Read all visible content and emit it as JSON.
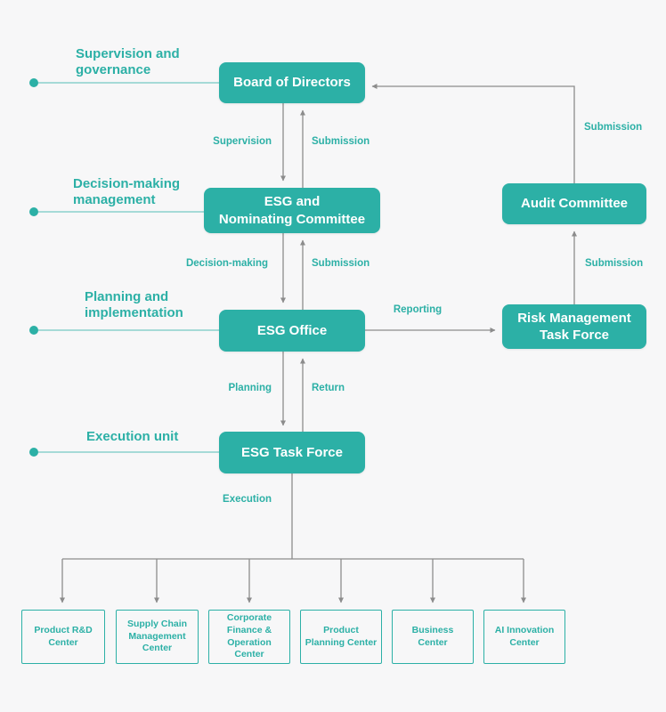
{
  "diagram": {
    "colors": {
      "accent": "#2CB0A6",
      "arrow": "#8C8C8C",
      "background": "#F7F7F8"
    },
    "row_labels": [
      "Supervision and\ngovernance",
      "Decision-making\nmanagement",
      "Planning and\nimplementation",
      "Execution unit"
    ],
    "nodes": {
      "board": "Board of Directors",
      "esg_committee": "ESG and\nNominating Committee",
      "audit_committee": "Audit Committee",
      "esg_office": "ESG Office",
      "risk_task_force": "Risk Management\nTask Force",
      "esg_task_force": "ESG Task Force"
    },
    "arrow_labels": {
      "supervision": "Supervision",
      "submission_board": "Submission",
      "decision_making": "Decision-making",
      "submission_committee": "Submission",
      "planning": "Planning",
      "return": "Return",
      "reporting": "Reporting",
      "submission_audit_up": "Submission",
      "submission_audit_board": "Submission",
      "execution": "Execution"
    },
    "units": [
      "Product R&D\nCenter",
      "Supply Chain\nManagement\nCenter",
      "Corporate\nFinance &\nOperation\nCenter",
      "Product\nPlanning Center",
      "Business\nCenter",
      "AI Innovation\nCenter"
    ]
  }
}
